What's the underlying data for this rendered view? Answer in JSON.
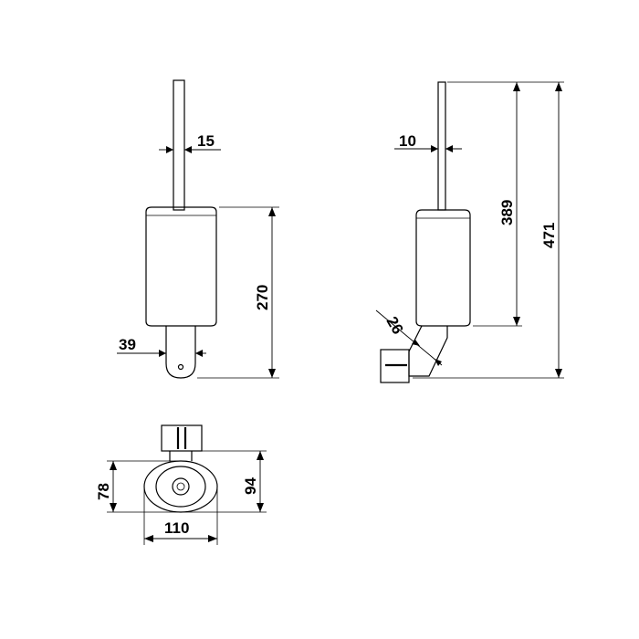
{
  "dimensions": {
    "front_rod_diameter": "15",
    "front_height": "270",
    "front_tip_diameter": "39",
    "side_rod_diameter": "10",
    "side_brush_length": "389",
    "side_total_height": "471",
    "side_angle_width": "26",
    "top_width": "110",
    "top_depth_inner": "78",
    "top_depth_outer": "94"
  },
  "colors": {
    "line": "#000000",
    "background": "#ffffff"
  }
}
